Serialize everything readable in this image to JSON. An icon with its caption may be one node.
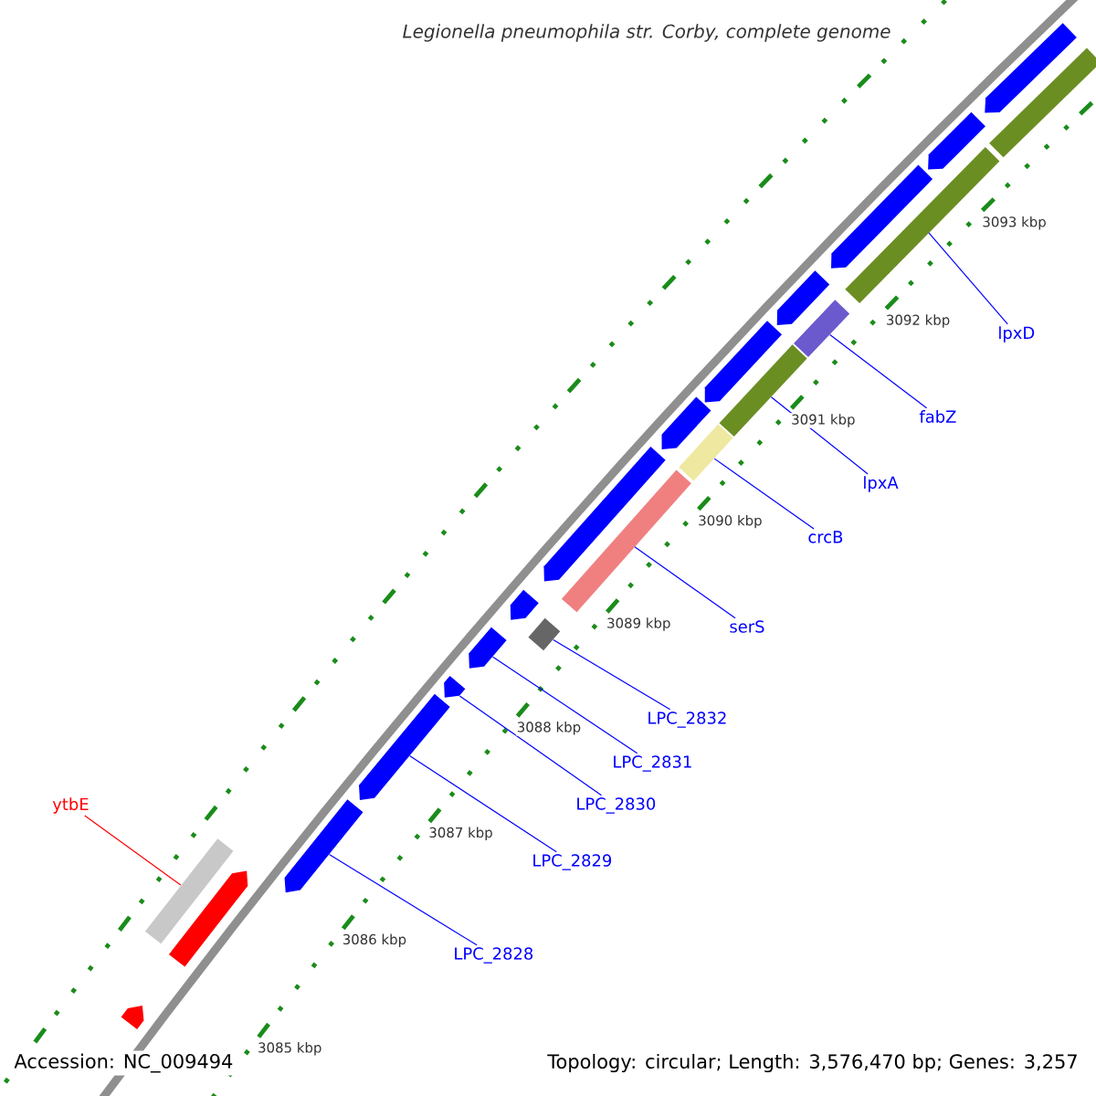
{
  "diagram": {
    "title": "Legionella pneumophila str. Corby, complete genome",
    "nodes": [
      {
        "text": [
          "lpxD"
        ]
      },
      {
        "text": [
          "fabZ"
        ]
      },
      {
        "text": [
          "lpxA"
        ]
      },
      {
        "text": [
          "crcB"
        ]
      },
      {
        "text": [
          "serS"
        ]
      },
      {
        "text": [
          "LPC_2832"
        ]
      },
      {
        "text": [
          "LPC_2831"
        ]
      },
      {
        "text": [
          "LPC_2830"
        ]
      },
      {
        "text": [
          "LPC_2829"
        ]
      },
      {
        "text": [
          "ytbE"
        ]
      },
      {
        "text": [
          "LPC_2828"
        ]
      },
      {
        "text": [],
        "shape": "pentagon"
      },
      {
        "text": [],
        "shape": "pentagon"
      },
      {
        "text": [],
        "shape": "bar"
      },
      {
        "text": [],
        "shape": "pentagon"
      },
      {
        "text": [],
        "shape": "pentagon"
      },
      {
        "text": [],
        "shape": "pentagon"
      },
      {
        "text": [],
        "shape": "pentagon"
      },
      {
        "text": [],
        "shape": "bar"
      },
      {
        "text": [],
        "shape": "pentagon"
      },
      {
        "text": [],
        "shape": "bar"
      },
      {
        "text": [],
        "shape": "pentagon"
      },
      {
        "text": [],
        "shape": "bar"
      },
      {
        "text": [],
        "shape": "pentagon"
      },
      {
        "text": [],
        "shape": "bar"
      },
      {
        "text": [],
        "shape": "pentagon"
      },
      {
        "text": [],
        "shape": "bar"
      },
      {
        "text": [],
        "shape": "pentagon"
      },
      {
        "text": [],
        "shape": "bar"
      },
      {
        "text": [],
        "shape": "pentagon"
      },
      {
        "text": [],
        "shape": "pentagon"
      },
      {
        "text": [],
        "shape": "bar"
      },
      {
        "text": [],
        "shape": "pentagon"
      }
    ],
    "edges": [
      {
        "from": 0,
        "to": 28,
        "arrow": "none"
      },
      {
        "from": 1,
        "to": 26,
        "arrow": "none"
      },
      {
        "from": 2,
        "to": 24,
        "arrow": "none"
      },
      {
        "from": 3,
        "to": 22,
        "arrow": "none"
      },
      {
        "from": 4,
        "to": 20,
        "arrow": "none"
      },
      {
        "from": 5,
        "to": 18,
        "arrow": "none"
      },
      {
        "from": 6,
        "to": 17,
        "arrow": "none"
      },
      {
        "from": 7,
        "to": 16,
        "arrow": "none"
      },
      {
        "from": 8,
        "to": 15,
        "arrow": "none"
      },
      {
        "from": 9,
        "to": 13,
        "arrow": "none",
        "color": "#ff0000"
      },
      {
        "from": 10,
        "to": 14,
        "arrow": "none"
      }
    ],
    "labels": [
      "3093 kbp",
      "3092 kbp",
      "3091 kbp",
      "3090 kbp",
      "3089 kbp",
      "3088 kbp",
      "3087 kbp",
      "3086 kbp",
      "3085 kbp",
      "Accession: NC_009494",
      "Topology: circular; Length: 3,576,470 bp; Genes: 3,257"
    ]
  }
}
